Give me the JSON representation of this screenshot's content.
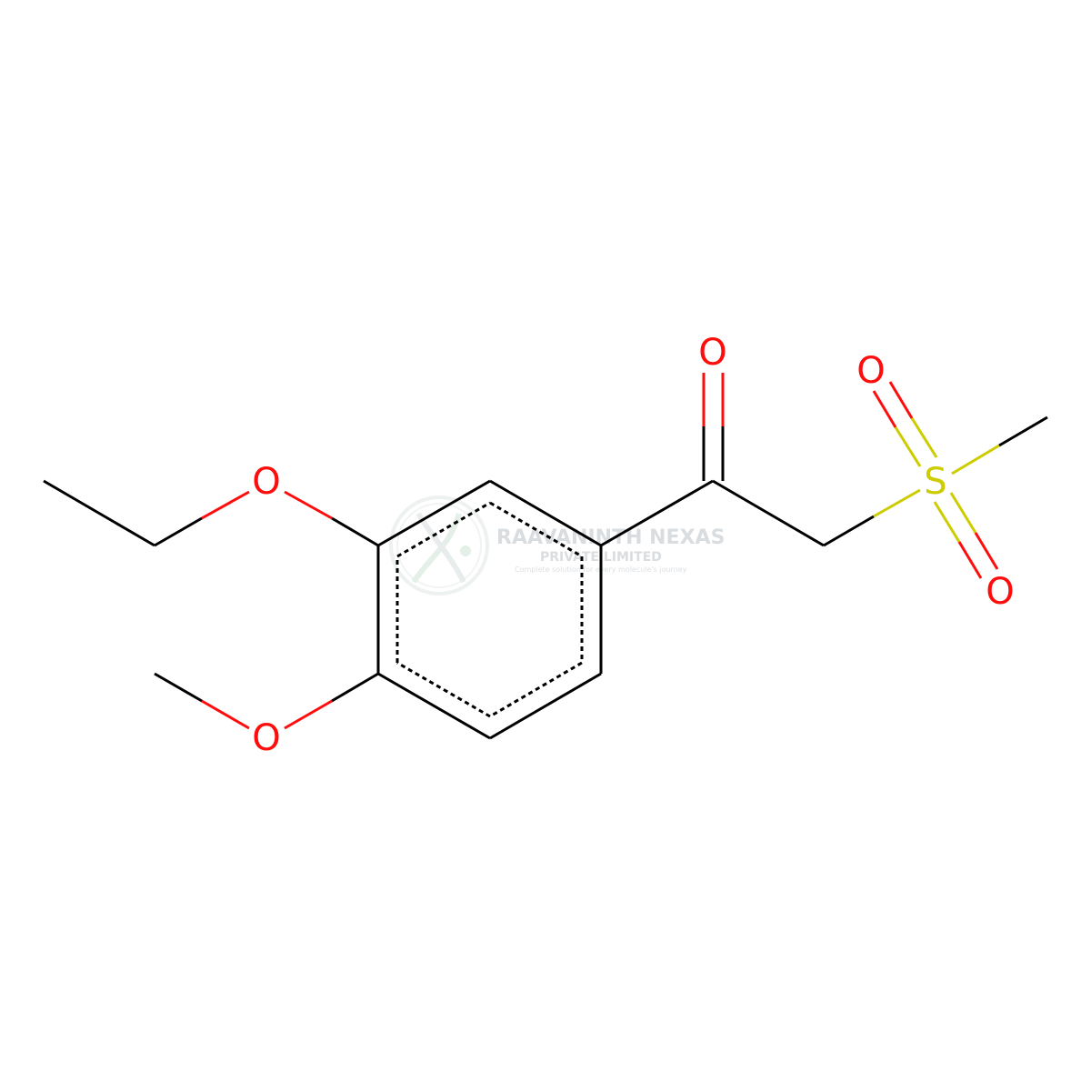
{
  "colors": {
    "carbon_bond": "#000000",
    "oxygen": "#ff0d0d",
    "sulfur": "#cccc00",
    "background": "#ffffff",
    "watermark": "#d9dde0"
  },
  "watermark": {
    "title": "RAAVANINTH NEXAS",
    "subtitle": "PRIVATE LIMITED",
    "tagline": "Complete solution for every molecule's journey",
    "logo_icon": "dna-helix-icon"
  },
  "atoms": {
    "o_ethoxy": "O",
    "o_methoxy": "O",
    "o_carbonyl": "O",
    "s_sulfonyl": "S",
    "o_sulfonyl_top": "O",
    "o_sulfonyl_bottom": "O"
  }
}
